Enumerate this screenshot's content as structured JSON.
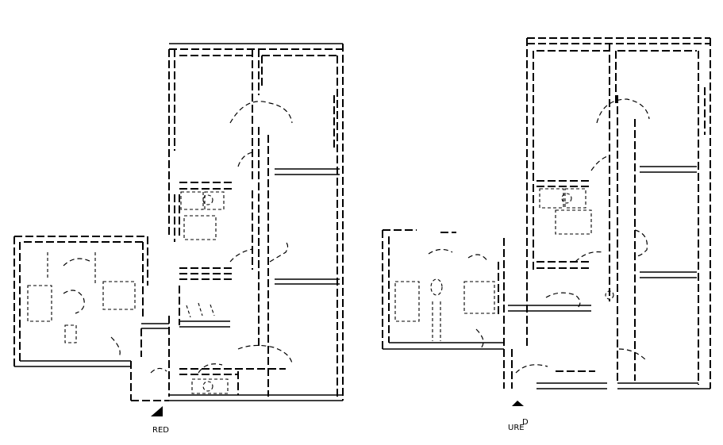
{
  "drawing": {
    "left_plan": {
      "label_partial": "",
      "label_text": "RED"
    },
    "right_plan": {
      "label_text": "URE",
      "label_suffix": "D"
    }
  },
  "colors": {
    "background": "#ffffff",
    "ink": "#000000"
  }
}
